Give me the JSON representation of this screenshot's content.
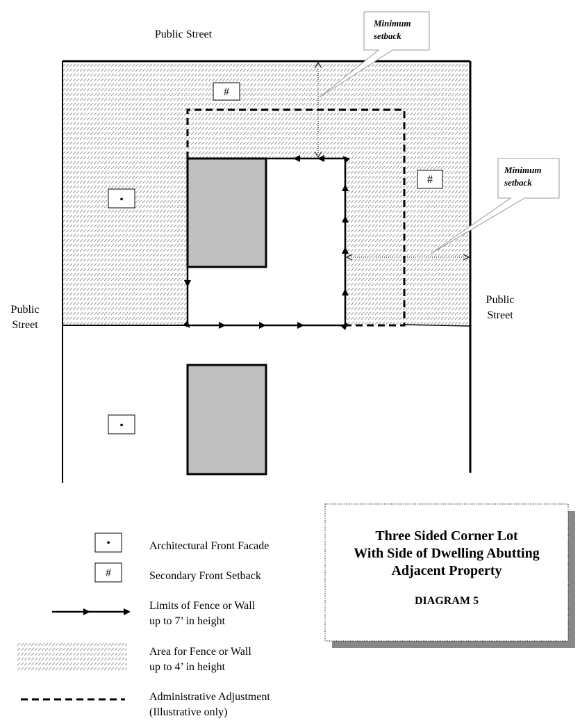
{
  "streets": {
    "top": "Public Street",
    "left_1": "Public",
    "left_2": "Street",
    "right_1": "Public",
    "right_2": "Street"
  },
  "callouts": {
    "top_1": "Minimum",
    "top_2": "setback",
    "right_1": "Minimum",
    "right_2": "setback"
  },
  "symbols": {
    "hash": "#",
    "dot": "•"
  },
  "legend": {
    "facade": "Architectural Front Facade",
    "secondary": "Secondary Front Setback",
    "fence7_1": "Limits of Fence or Wall",
    "fence7_2": "up to 7’ in height",
    "fence4_1": "Area for Fence or Wall",
    "fence4_2": "up to 4’ in height",
    "admin_1": "Administrative Adjustment",
    "admin_2": "(Illustrative only)"
  },
  "title": {
    "line1": "Three Sided Corner Lot",
    "line2": "With Side of Dwelling Abutting",
    "line3": "Adjacent Property",
    "diagram": "DIAGRAM 5"
  },
  "colors": {
    "hatch": "#9a9a9a",
    "house": "#c0c0c0",
    "shadow": "#888888"
  }
}
